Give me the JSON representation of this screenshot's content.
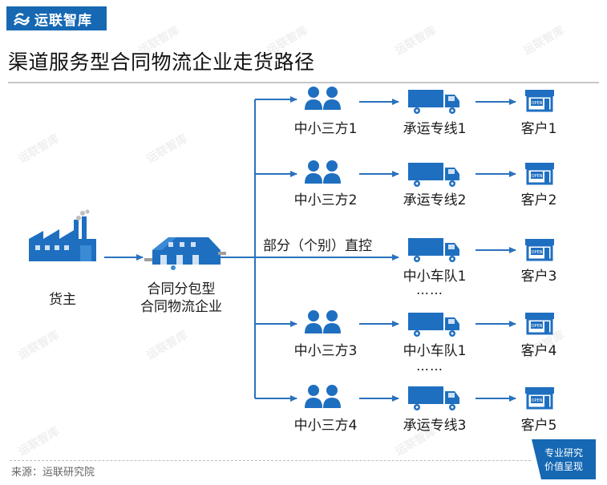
{
  "header": {
    "logo_text": "运联智库",
    "title": "渠道服务型合同物流企业走货路径"
  },
  "nodes": {
    "shipper": "货主",
    "contractor_line1": "合同分包型",
    "contractor_line2": "合同物流企业",
    "direct_control": "部分（个别）直控"
  },
  "rows": [
    {
      "agent": "中小三方1",
      "carrier": "承运专线1",
      "customer": "客户1"
    },
    {
      "agent": "中小三方2",
      "carrier": "承运专线2",
      "customer": "客户2"
    },
    {
      "agent": "",
      "carrier": "中小车队1",
      "customer": "客户3",
      "ellipsis": "……"
    },
    {
      "agent": "中小三方3",
      "carrier": "中小车队1",
      "customer": "客户4",
      "ellipsis": "……"
    },
    {
      "agent": "中小三方4",
      "carrier": "承运专线3",
      "customer": "客户5"
    }
  ],
  "store_sign": "OPEN",
  "footer": {
    "source": "来源：运联研究院",
    "badge_line1": "专业研究",
    "badge_line2": "价值呈现"
  },
  "colors": {
    "brand_blue": "#1668b3",
    "icon_blue": "#1f6fc0",
    "line_blue": "#2a72bd"
  },
  "watermark": "运联智库"
}
